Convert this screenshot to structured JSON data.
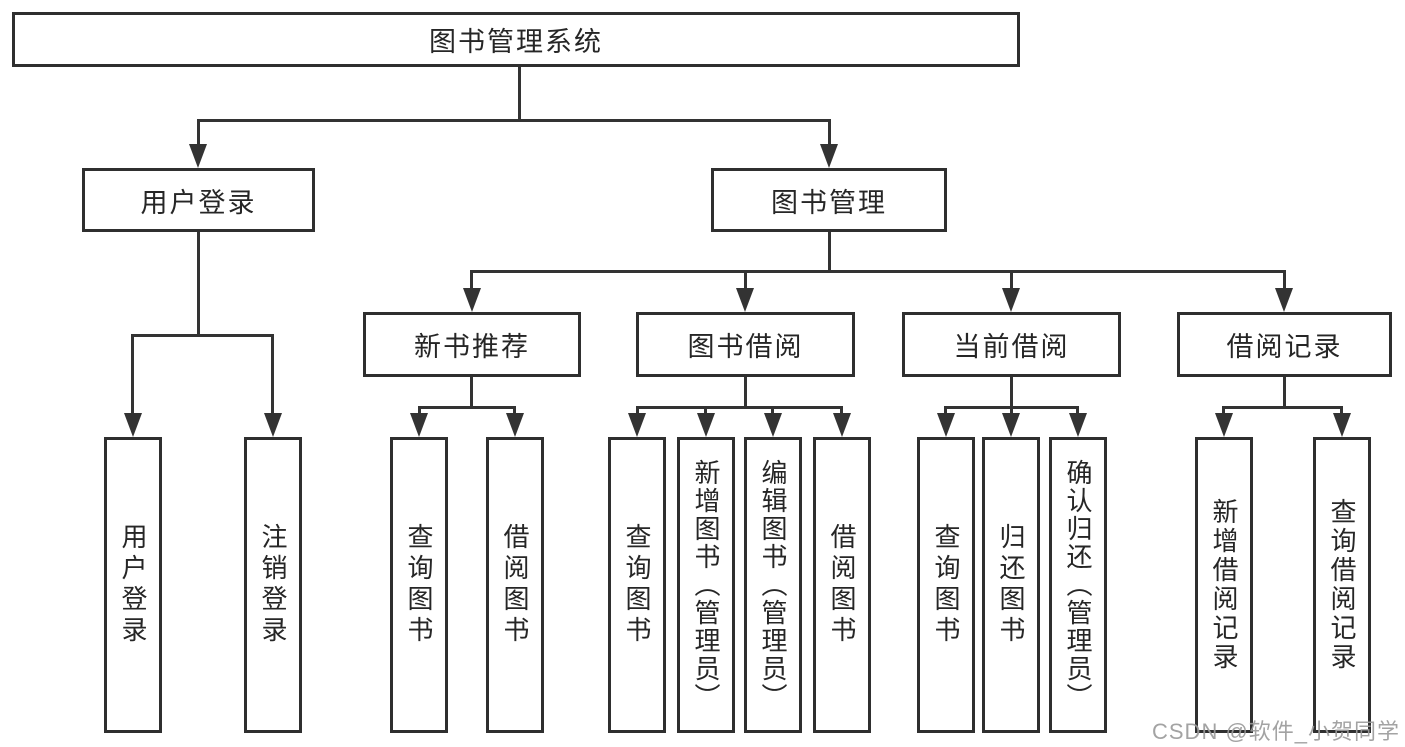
{
  "diagram": {
    "title": "图书管理系统",
    "colors": {
      "line": "#333333",
      "border": "#2f2f2f",
      "text": "#262626",
      "background": "#ffffff",
      "watermark": "#9b9b9b"
    },
    "nodes": {
      "root": {
        "label": "图书管理系统"
      },
      "level2": [
        {
          "label": "用户登录"
        },
        {
          "label": "图书管理"
        }
      ],
      "level3": [
        {
          "label": "新书推荐"
        },
        {
          "label": "图书借阅"
        },
        {
          "label": "当前借阅"
        },
        {
          "label": "借阅记录"
        }
      ],
      "leaves": [
        {
          "label": "用户登录"
        },
        {
          "label": "注销登录"
        },
        {
          "label": "查询图书"
        },
        {
          "label": "借阅图书"
        },
        {
          "label": "查询图书"
        },
        {
          "label": "新增图书（管理员）"
        },
        {
          "label": "编辑图书（管理员）"
        },
        {
          "label": "借阅图书"
        },
        {
          "label": "查询图书"
        },
        {
          "label": "归还图书"
        },
        {
          "label": "确认归还（管理员）"
        },
        {
          "label": "新增借阅记录"
        },
        {
          "label": "查询借阅记录"
        }
      ]
    },
    "watermark": "CSDN @软件_小贺同学"
  }
}
